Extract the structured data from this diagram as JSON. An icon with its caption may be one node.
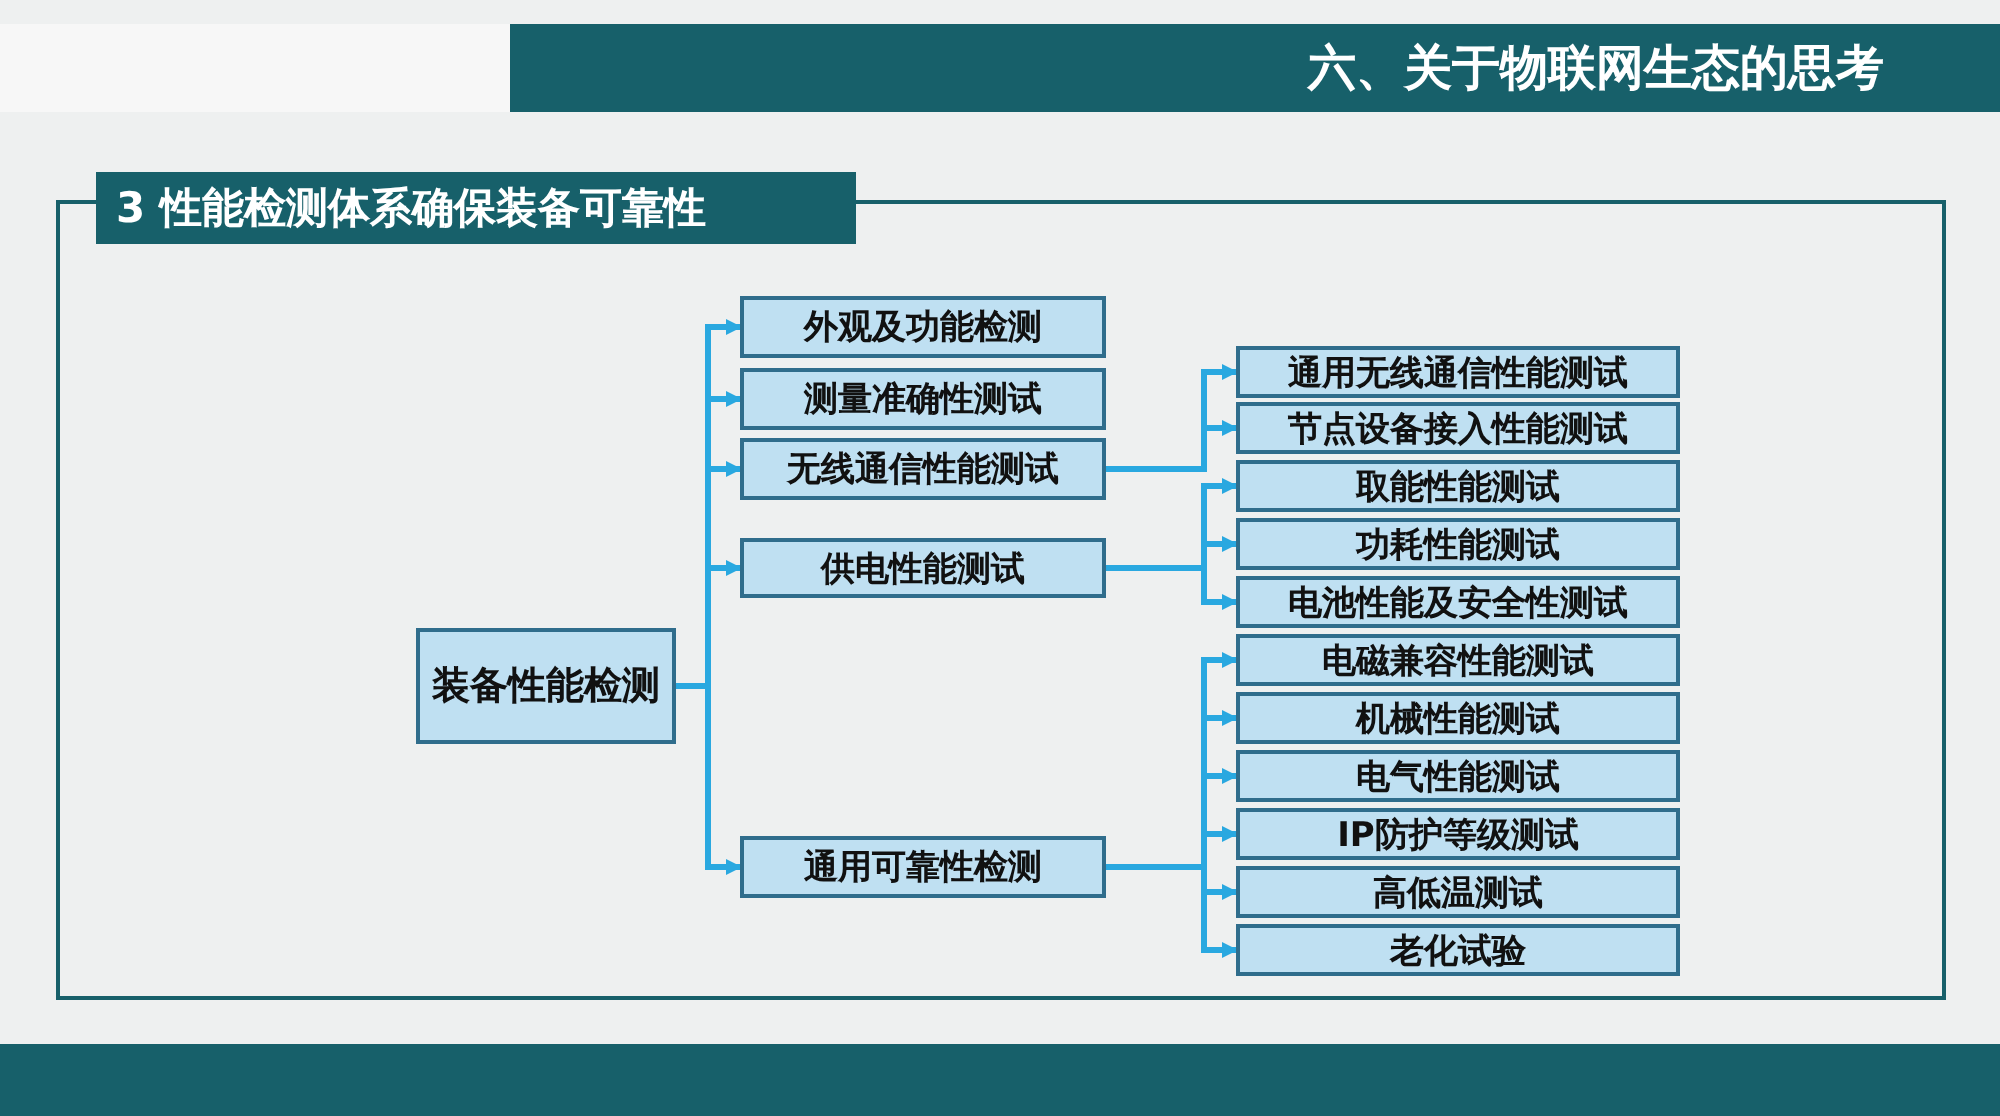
{
  "diagram": {
    "title": "六、关于物联网生态的思考",
    "nodes": [
      {
        "text": [
          "装备性能检测"
        ]
      },
      {
        "text": [
          "外观及功能检测"
        ]
      },
      {
        "text": [
          "测量准确性测试"
        ]
      },
      {
        "text": [
          "无线通信性能测试"
        ]
      },
      {
        "text": [
          "供电性能测试"
        ]
      },
      {
        "text": [
          "通用可靠性检测"
        ]
      },
      {
        "text": [
          "通用无线通信性能测试"
        ]
      },
      {
        "text": [
          "节点设备接入性能测试"
        ]
      },
      {
        "text": [
          "取能性能测试"
        ]
      },
      {
        "text": [
          "功耗性能测试"
        ]
      },
      {
        "text": [
          "电池性能及安全性测试"
        ]
      },
      {
        "text": [
          "电磁兼容性能测试"
        ]
      },
      {
        "text": [
          "机械性能测试"
        ]
      },
      {
        "text": [
          "电气性能测试"
        ]
      },
      {
        "text": [
          "IP防护等级测试"
        ]
      },
      {
        "text": [
          "高低温测试"
        ]
      },
      {
        "text": [
          "老化试验"
        ]
      }
    ],
    "edges": [
      {
        "from": 0,
        "to": 1,
        "arrow": "to"
      },
      {
        "from": 0,
        "to": 2,
        "arrow": "to"
      },
      {
        "from": 0,
        "to": 3,
        "arrow": "to"
      },
      {
        "from": 0,
        "to": 4,
        "arrow": "to"
      },
      {
        "from": 0,
        "to": 5,
        "arrow": "to"
      },
      {
        "from": 3,
        "to": 6,
        "arrow": "to"
      },
      {
        "from": 3,
        "to": 7,
        "arrow": "to"
      },
      {
        "from": 4,
        "to": 8,
        "arrow": "to"
      },
      {
        "from": 4,
        "to": 9,
        "arrow": "to"
      },
      {
        "from": 4,
        "to": 10,
        "arrow": "to"
      },
      {
        "from": 5,
        "to": 11,
        "arrow": "to"
      },
      {
        "from": 5,
        "to": 12,
        "arrow": "to"
      },
      {
        "from": 5,
        "to": 13,
        "arrow": "to"
      },
      {
        "from": 5,
        "to": 14,
        "arrow": "to"
      },
      {
        "from": 5,
        "to": 15,
        "arrow": "to"
      },
      {
        "from": 5,
        "to": 16,
        "arrow": "to"
      }
    ],
    "labels": [
      "3 性能检测体系确保装备可靠性"
    ]
  }
}
